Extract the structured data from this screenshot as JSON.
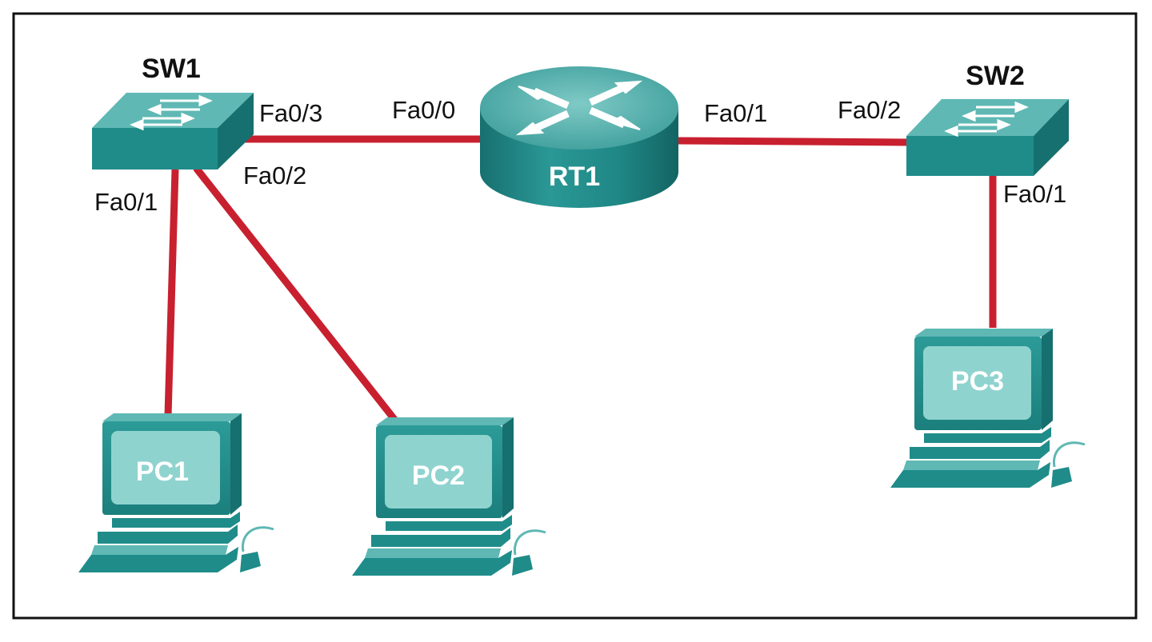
{
  "colors": {
    "link": "#c8202f",
    "device_top": "#5fb8b4",
    "device_front": "#1f8c8a",
    "device_side": "#16706f",
    "screen": "#8fd3cf",
    "frame": "#111111"
  },
  "devices": {
    "sw1": {
      "name": "SW1",
      "icon": "switch-icon"
    },
    "sw2": {
      "name": "SW2",
      "icon": "switch-icon"
    },
    "rt1": {
      "name": "RT1",
      "icon": "router-icon"
    },
    "pc1": {
      "name": "PC1",
      "icon": "pc-icon"
    },
    "pc2": {
      "name": "PC2",
      "icon": "pc-icon"
    },
    "pc3": {
      "name": "PC3",
      "icon": "pc-icon"
    }
  },
  "ports": {
    "sw1_fa03": "Fa0/3",
    "sw1_fa02": "Fa0/2",
    "sw1_fa01": "Fa0/1",
    "rt1_fa00": "Fa0/0",
    "rt1_fa01": "Fa0/1",
    "sw2_fa02": "Fa0/2",
    "sw2_fa01": "Fa0/1"
  },
  "links": [
    {
      "from": "SW1",
      "from_port": "Fa0/3",
      "to": "RT1",
      "to_port": "Fa0/0"
    },
    {
      "from": "RT1",
      "from_port": "Fa0/1",
      "to": "SW2",
      "to_port": "Fa0/2"
    },
    {
      "from": "SW1",
      "from_port": "Fa0/1",
      "to": "PC1",
      "to_port": ""
    },
    {
      "from": "SW1",
      "from_port": "Fa0/2",
      "to": "PC2",
      "to_port": ""
    },
    {
      "from": "SW2",
      "from_port": "Fa0/1",
      "to": "PC3",
      "to_port": ""
    }
  ]
}
